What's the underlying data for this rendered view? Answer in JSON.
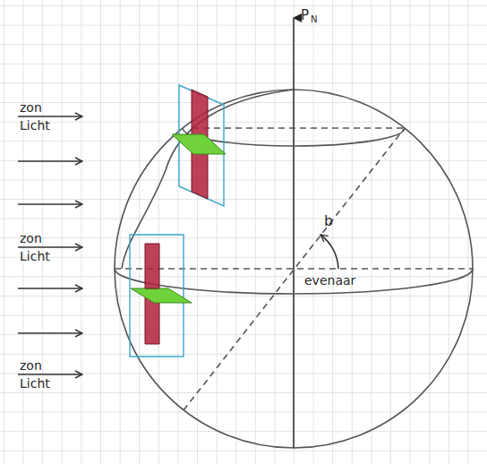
{
  "diagram": {
    "labels": [
      "zon Licht",
      "zon Licht",
      "zon Licht",
      "P",
      "N",
      "b",
      "evenaar"
    ]
  }
}
